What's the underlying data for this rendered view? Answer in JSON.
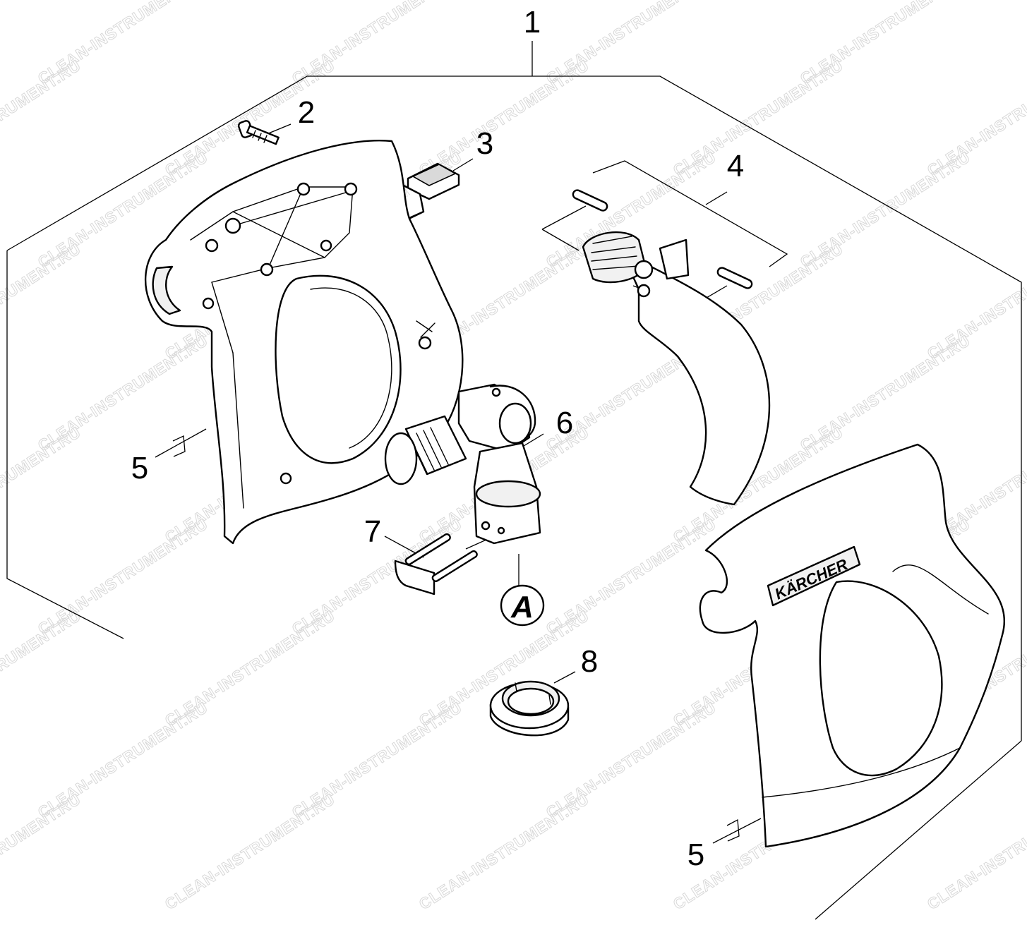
{
  "watermark": "CLEAN-INSTRUMENT.RU",
  "brand": "KÄRCHER",
  "detail_mark": "A",
  "callouts": {
    "c1": "1",
    "c2": "2",
    "c3": "3",
    "c4": "4",
    "c5a": "5",
    "c5b": "5",
    "c6": "6",
    "c7": "7",
    "c8": "8"
  },
  "colors": {
    "line": "#000000",
    "watermark": "#d8d8d8",
    "background": "#ffffff"
  }
}
